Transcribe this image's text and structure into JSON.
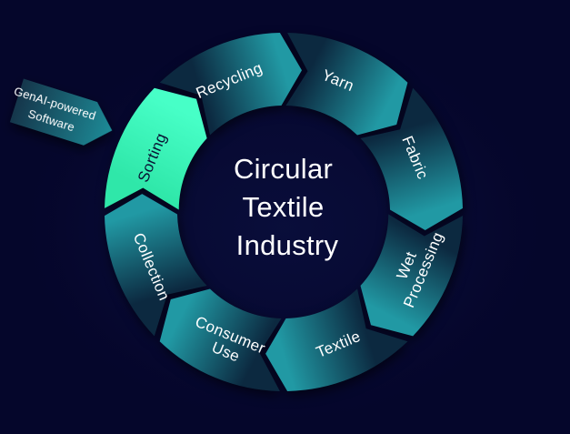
{
  "diagram": {
    "center_title": {
      "lines": [
        "Circular",
        "Textile",
        "Industry"
      ]
    },
    "callout": {
      "lines": [
        "GenAI-powered",
        "Software"
      ],
      "points_to": "Sorting"
    },
    "flow_direction": "clockwise",
    "segments": [
      {
        "label": "Collection",
        "lines": [
          "Collection"
        ],
        "highlighted": false
      },
      {
        "label": "Sorting",
        "lines": [
          "Sorting"
        ],
        "highlighted": true
      },
      {
        "label": "Recycling",
        "lines": [
          "Recycling"
        ],
        "highlighted": false
      },
      {
        "label": "Yarn",
        "lines": [
          "Yarn"
        ],
        "highlighted": false
      },
      {
        "label": "Fabric",
        "lines": [
          "Fabric"
        ],
        "highlighted": false
      },
      {
        "label": "Wet Processing",
        "lines": [
          "Wet",
          "Processing"
        ],
        "highlighted": false
      },
      {
        "label": "Textile",
        "lines": [
          "Textile"
        ],
        "highlighted": false
      },
      {
        "label": "Consumer Use",
        "lines": [
          "Consumer",
          "Use"
        ],
        "highlighted": false
      }
    ]
  },
  "colors": {
    "background": "#05062b",
    "segment_gradient_dark": "#0c2940",
    "segment_gradient_teal": "#2199a4",
    "highlight_green_dark": "#2fe7a9",
    "highlight_green_bright": "#47ffc7",
    "callout_dark": "#15364b",
    "callout_teal": "#1d8b97",
    "text_light": "#ffffff",
    "text_dark": "#081233"
  }
}
